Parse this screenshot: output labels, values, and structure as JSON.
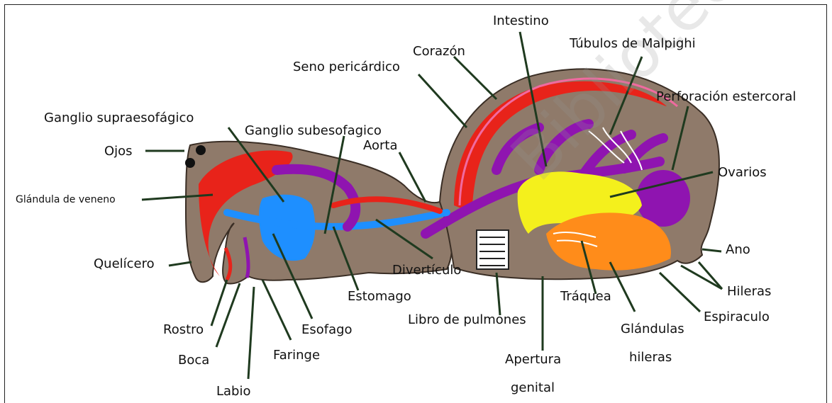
{
  "labels": {
    "ganglio_supraesofagico": "Ganglio supraesofágico",
    "ganglio_subesofagico": "Ganglio subesofagico",
    "ojos": "Ojos",
    "glandula_veneno": "Glándula de veneno",
    "quelicero": "Quelícero",
    "rostro": "Rostro",
    "boca": "Boca",
    "labio": "Labio",
    "faringe": "Faringe",
    "esofago": "Esofago",
    "estomago": "Estomago",
    "aorta": "Aorta",
    "diverticulo": "Divertículo",
    "seno_pericardico": "Seno pericárdico",
    "corazon": "Corazón",
    "intestino": "Intestino",
    "tubulos": "Túbulos de Malpighi",
    "perforacion": "Perforación estercoral",
    "ovarios": "Ovarios",
    "ano": "Ano",
    "hileras": "Hileras",
    "espiraculo": "Espiraculo",
    "glandulas_hileras_1": "Glándulas",
    "glandulas_hileras_2": "hileras",
    "traquea": "Tráquea",
    "libro_pulmones": "Libro de pulmones",
    "apertura_genital_1": "Apertura",
    "apertura_genital_2": "genital"
  },
  "watermark": "Bibliotecas UAQ",
  "colors": {
    "body": "#8f7a6a",
    "red": "#e8231a",
    "purple": "#8f14b0",
    "blue": "#1e8fff",
    "yellow": "#f4f01c",
    "orange": "#ff8c1a",
    "pink": "#f06aa0",
    "leader": "#1f3a1f"
  }
}
